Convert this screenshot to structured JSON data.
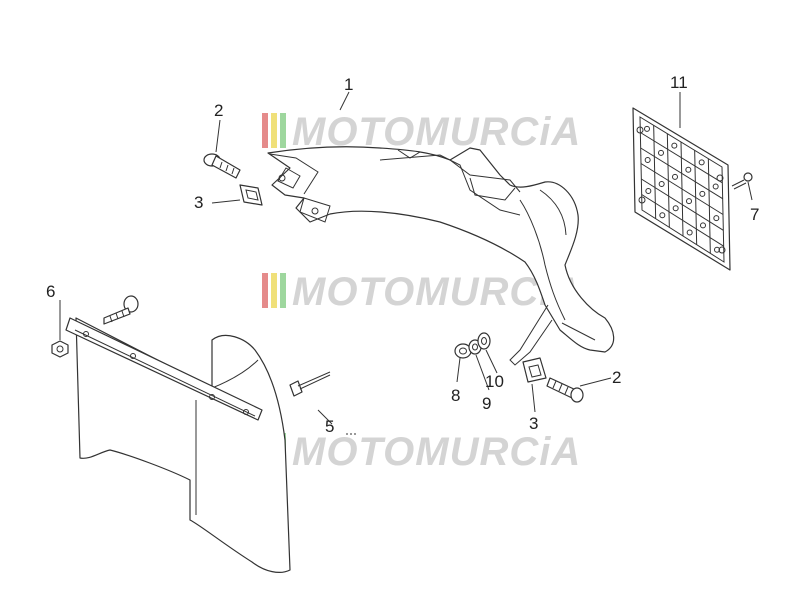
{
  "watermark": {
    "text": "MOTOMURCiA",
    "colors": [
      "#e58b8b",
      "#f0e07a",
      "#9ed79e"
    ]
  },
  "callouts": {
    "c1": "1",
    "c2a": "2",
    "c2b": "2",
    "c3a": "3",
    "c3b": "3",
    "c5": "5",
    "c6": "6",
    "c7": "7",
    "c8": "8",
    "c9": "9",
    "c10": "10",
    "c11": "11"
  }
}
